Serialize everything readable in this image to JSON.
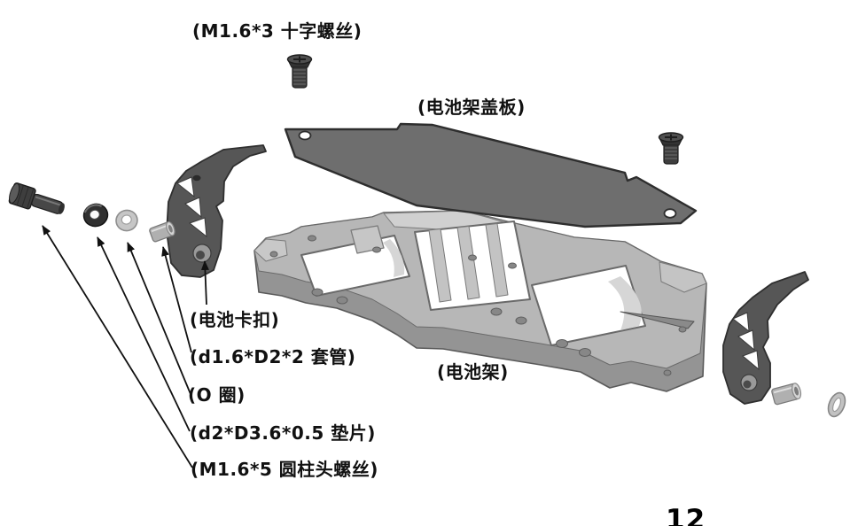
{
  "diagram": {
    "title_context": "exploded assembly diagram of battery tray",
    "page_number": "12",
    "labels": {
      "phillips_screw": "(M1.6*3 十字螺丝)",
      "cover_plate": "(电池架盖板)",
      "battery_clip": "(电池卡扣)",
      "sleeve": "(d1.6*D2*2 套管)",
      "o_ring": "(O 圈)",
      "washer": "(d2*D3.6*0.5 垫片)",
      "cap_screw": "(M1.6*5 圆柱头螺丝)",
      "battery_tray": "(电池架)"
    },
    "colors": {
      "background": "#ffffff",
      "cover_plate": "#6e6e6e",
      "tray_top": "#b7b7b7",
      "tray_wall": "#949494",
      "clip": "#565656",
      "fastener": "#3e3e3e",
      "text": "#111111"
    }
  }
}
